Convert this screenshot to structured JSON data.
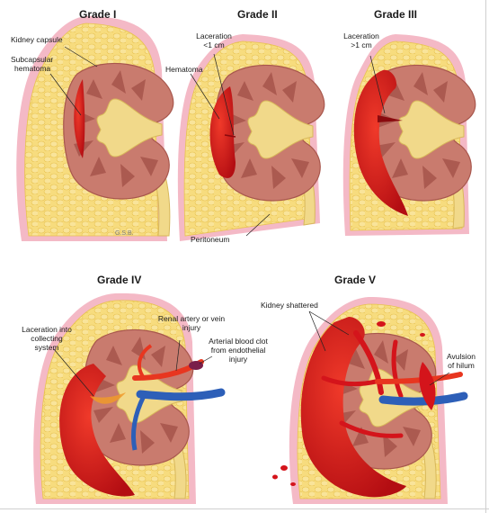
{
  "grades": {
    "g1": {
      "title": "Grade I"
    },
    "g2": {
      "title": "Grade II"
    },
    "g3": {
      "title": "Grade III"
    },
    "g4": {
      "title": "Grade IV"
    },
    "g5": {
      "title": "Grade V"
    }
  },
  "labels": {
    "kidney_capsule": "Kidney capsule",
    "subcapsular_1": "Subcapsular",
    "subcapsular_2": "hematoma",
    "laceration_lt_1": "Laceration",
    "laceration_lt_2": "<1 cm",
    "hematoma": "Hematoma",
    "peritoneum": "Peritoneum",
    "laceration_gt_1": "Laceration",
    "laceration_gt_2": ">1 cm",
    "collecting_1": "Laceration into",
    "collecting_2": "collecting",
    "collecting_3": "system",
    "renal_artery_1": "Renal artery or vein",
    "renal_artery_2": "injury",
    "clot_1": "Arterial blood clot",
    "clot_2": "from endothelial",
    "clot_3": "injury",
    "kidney_shattered": "Kidney shattered",
    "avulsion_1": "Avulsion",
    "avulsion_2": "of hilum",
    "artist_initials": "G.S.B."
  },
  "colors": {
    "fat": "#f7dc7e",
    "fat_edge": "#e8c24f",
    "peritoneum": "#f4b9c6",
    "cortex": "#c97b6e",
    "medulla": "#a8574d",
    "pelvis": "#f1d98a",
    "blood": "#d4141b",
    "artery": "#e8361f",
    "vein": "#2d5fb8"
  }
}
